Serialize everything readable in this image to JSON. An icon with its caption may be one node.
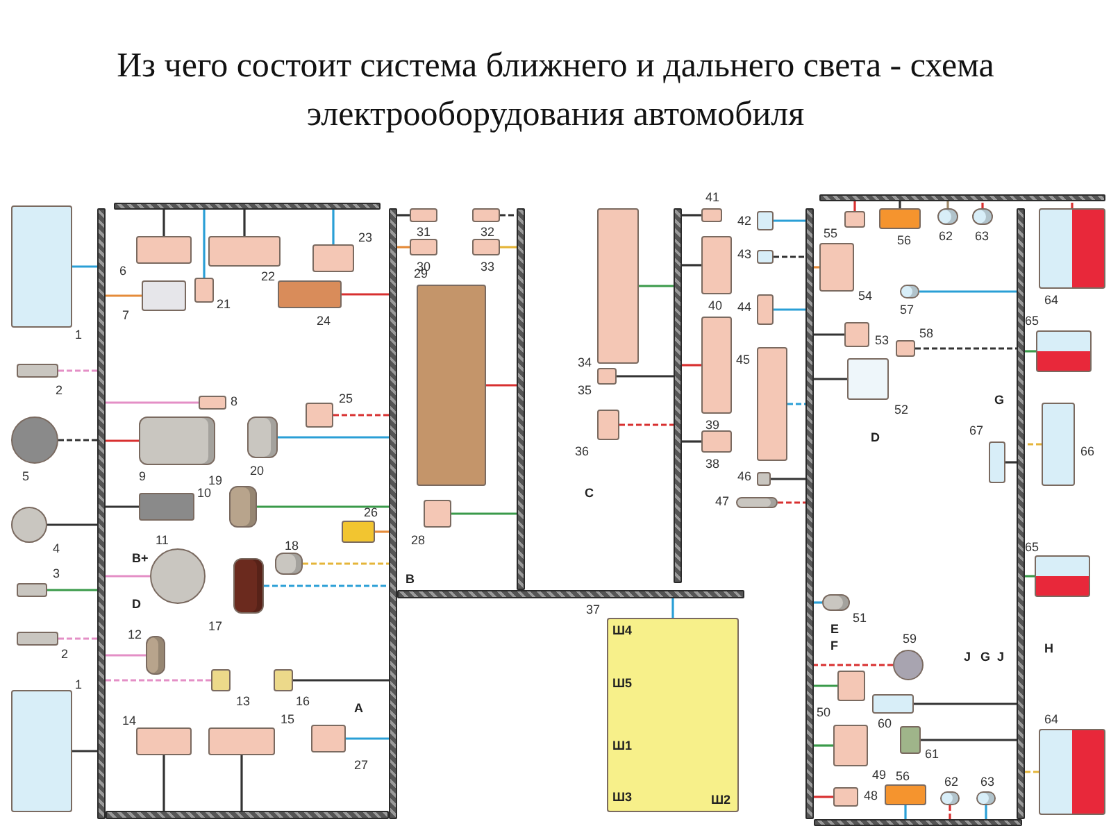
{
  "diagram": {
    "title": "Из чего состоит система ближнего и дальнего света - схема  электрооборудования автомобиля",
    "nodes": [
      {
        "text": [],
        "shape": "box",
        "beside": [
          "1"
        ]
      },
      {
        "text": [],
        "shape": "box",
        "beside": [
          "2"
        ]
      },
      {
        "text": [],
        "shape": "circle",
        "beside": [
          "5"
        ]
      },
      {
        "text": [],
        "shape": "circle",
        "beside": [
          "4"
        ]
      },
      {
        "text": [],
        "shape": "box",
        "beside": [
          "3"
        ]
      },
      {
        "text": [],
        "shape": "box",
        "beside": [
          "2"
        ]
      },
      {
        "text": [],
        "shape": "box",
        "beside": [
          "1"
        ]
      },
      {
        "text": [],
        "shape": "box",
        "beside": [
          "6"
        ]
      },
      {
        "text": [],
        "shape": "box",
        "beside": [
          "7"
        ]
      },
      {
        "text": [],
        "shape": "box",
        "beside": [
          "22"
        ]
      },
      {
        "text": [],
        "shape": "box",
        "beside": [
          "23"
        ]
      },
      {
        "text": [],
        "shape": "box",
        "beside": [
          "21"
        ]
      },
      {
        "text": [],
        "shape": "box",
        "beside": [
          "24"
        ]
      },
      {
        "text": [],
        "shape": "box",
        "beside": [
          "8"
        ]
      },
      {
        "text": [],
        "shape": "cylinder",
        "beside": [
          "9"
        ]
      },
      {
        "text": [],
        "shape": "box",
        "beside": [
          "10"
        ]
      },
      {
        "text": [],
        "shape": "cylinder",
        "beside": [
          "20"
        ]
      },
      {
        "text": [],
        "shape": "box",
        "beside": [
          "25"
        ]
      },
      {
        "text": [],
        "shape": "cylinder",
        "beside": [
          "19"
        ]
      },
      {
        "text": [],
        "shape": "circle",
        "beside": [
          "11"
        ]
      },
      {
        "text": [],
        "shape": "cylinder",
        "beside": [
          "17"
        ]
      },
      {
        "text": [],
        "shape": "cylinder",
        "beside": [
          "18"
        ]
      },
      {
        "text": [],
        "shape": "box",
        "beside": [
          "26"
        ]
      },
      {
        "text": [],
        "shape": "cylinder",
        "beside": [
          "12"
        ]
      },
      {
        "text": [],
        "shape": "box",
        "beside": [
          "13"
        ]
      },
      {
        "text": [],
        "shape": "box",
        "beside": [
          "16"
        ]
      },
      {
        "text": [],
        "shape": "box",
        "beside": [
          "14"
        ]
      },
      {
        "text": [],
        "shape": "box",
        "beside": [
          "15"
        ]
      },
      {
        "text": [],
        "shape": "box",
        "beside": [
          "27"
        ]
      },
      {
        "text": [],
        "shape": "box",
        "beside": [
          "29"
        ]
      },
      {
        "text": [],
        "shape": "box",
        "beside": [
          "31"
        ]
      },
      {
        "text": [],
        "shape": "box",
        "beside": [
          "32"
        ]
      },
      {
        "text": [],
        "shape": "box",
        "beside": [
          "30"
        ]
      },
      {
        "text": [],
        "shape": "box",
        "beside": [
          "33"
        ]
      },
      {
        "text": [],
        "shape": "box",
        "beside": [
          "28"
        ]
      },
      {
        "text": [],
        "shape": "box",
        "beside": [
          "34"
        ]
      },
      {
        "text": [],
        "shape": "box",
        "beside": [
          "35"
        ]
      },
      {
        "text": [],
        "shape": "box",
        "beside": [
          "36"
        ]
      },
      {
        "text": [],
        "shape": "box",
        "beside": [
          "37"
        ]
      },
      {
        "text": [],
        "shape": "box",
        "beside": [
          "40"
        ]
      },
      {
        "text": [],
        "shape": "box",
        "beside": [
          "41"
        ]
      },
      {
        "text": [],
        "shape": "box",
        "beside": [
          "39"
        ]
      },
      {
        "text": [],
        "shape": "box",
        "beside": [
          "38"
        ]
      },
      {
        "text": [],
        "shape": "box",
        "beside": [
          "42"
        ]
      },
      {
        "text": [],
        "shape": "box",
        "beside": [
          "43"
        ]
      },
      {
        "text": [],
        "shape": "box",
        "beside": [
          "44"
        ]
      },
      {
        "text": [],
        "shape": "box",
        "beside": [
          "45"
        ]
      },
      {
        "text": [],
        "shape": "box",
        "beside": [
          "46"
        ]
      },
      {
        "text": [],
        "shape": "cylinder",
        "beside": [
          "47"
        ]
      },
      {
        "text": [],
        "shape": "box",
        "beside": [
          "55"
        ]
      },
      {
        "text": [],
        "shape": "box",
        "beside": [
          "56"
        ]
      },
      {
        "text": [],
        "shape": "cylinder",
        "beside": [
          "62"
        ]
      },
      {
        "text": [],
        "shape": "cylinder",
        "beside": [
          "63"
        ]
      },
      {
        "text": [],
        "shape": "box",
        "beside": [
          "64"
        ]
      },
      {
        "text": [],
        "shape": "box",
        "beside": [
          "54"
        ]
      },
      {
        "text": [],
        "shape": "box",
        "beside": [
          "53"
        ]
      },
      {
        "text": [],
        "shape": "cylinder",
        "beside": [
          "57"
        ]
      },
      {
        "text": [],
        "shape": "box",
        "beside": [
          "58"
        ]
      },
      {
        "text": [],
        "shape": "box",
        "beside": [
          "52"
        ]
      },
      {
        "text": [],
        "shape": "box",
        "beside": [
          "65"
        ]
      },
      {
        "text": [],
        "shape": "box",
        "beside": [
          "66"
        ]
      },
      {
        "text": [],
        "shape": "box",
        "beside": [
          "67"
        ]
      },
      {
        "text": [],
        "shape": "cylinder",
        "beside": [
          "51"
        ]
      },
      {
        "text": [],
        "shape": "circle",
        "beside": [
          "59"
        ]
      },
      {
        "text": [],
        "shape": "box",
        "beside": [
          "50"
        ]
      },
      {
        "text": [],
        "shape": "box",
        "beside": [
          "60"
        ]
      },
      {
        "text": [],
        "shape": "box",
        "beside": [
          "61"
        ]
      },
      {
        "text": [],
        "shape": "box",
        "beside": [
          "49"
        ]
      },
      {
        "text": [],
        "shape": "box",
        "beside": [
          "48"
        ]
      },
      {
        "text": [],
        "shape": "box",
        "beside": [
          "56"
        ]
      },
      {
        "text": [],
        "shape": "cylinder",
        "beside": [
          "62"
        ]
      },
      {
        "text": [],
        "shape": "cylinder",
        "beside": [
          "63"
        ]
      },
      {
        "text": [],
        "shape": "box",
        "beside": [
          "64"
        ]
      },
      {
        "text": [],
        "shape": "box",
        "beside": [
          "65"
        ]
      },
      {
        "text": [],
        "shape": "bar"
      },
      {
        "text": [],
        "shape": "bar"
      },
      {
        "text": [],
        "shape": "bar"
      },
      {
        "text": [],
        "shape": "bar"
      },
      {
        "text": [],
        "shape": "bar"
      },
      {
        "text": [],
        "shape": "bar"
      },
      {
        "text": [],
        "shape": "bar"
      },
      {
        "text": [],
        "shape": "bar"
      },
      {
        "text": [],
        "shape": "bar"
      },
      {
        "text": [],
        "shape": "bar"
      },
      {
        "text": [],
        "shape": "bar"
      }
    ],
    "edges": [
      {
        "from": 0,
        "to": 74,
        "arrow": "none",
        "color": "#2a9fd6"
      },
      {
        "from": 1,
        "to": 74,
        "arrow": "none",
        "style": "dashed",
        "color": "#e48fc6"
      },
      {
        "from": 2,
        "to": 74,
        "arrow": "none",
        "style": "dashed"
      },
      {
        "from": 3,
        "to": 74,
        "arrow": "none"
      },
      {
        "from": 4,
        "to": 74,
        "arrow": "none",
        "color": "#3a9a4a"
      },
      {
        "from": 5,
        "to": 74,
        "arrow": "none",
        "style": "dashed",
        "color": "#e48fc6"
      },
      {
        "from": 6,
        "to": 74,
        "arrow": "none"
      },
      {
        "from": 7,
        "to": 80,
        "arrow": "none"
      },
      {
        "from": 8,
        "to": 74,
        "arrow": "none",
        "color": "#e58b3a"
      },
      {
        "from": 9,
        "to": 80,
        "arrow": "none"
      },
      {
        "from": 10,
        "to": 80,
        "arrow": "none",
        "color": "#2a9fd6"
      },
      {
        "from": 11,
        "to": 80,
        "arrow": "none",
        "color": "#2a9fd6"
      },
      {
        "from": 12,
        "to": 76,
        "arrow": "none",
        "color": "#d83030"
      },
      {
        "from": 13,
        "to": 74,
        "arrow": "none",
        "color": "#e48fc6"
      },
      {
        "from": 14,
        "to": 74,
        "arrow": "none",
        "color": "#d83030"
      },
      {
        "from": 15,
        "to": 74,
        "arrow": "none"
      },
      {
        "from": 16,
        "to": 76,
        "arrow": "none",
        "color": "#2a9fd6"
      },
      {
        "from": 17,
        "to": 76,
        "arrow": "none",
        "style": "dashed",
        "color": "#d83030"
      },
      {
        "from": 18,
        "to": 76,
        "arrow": "none",
        "color": "#3a9a4a"
      },
      {
        "from": 19,
        "to": 74,
        "arrow": "none",
        "color": "#e48fc6"
      },
      {
        "from": 20,
        "to": 76,
        "arrow": "none",
        "style": "dashed",
        "color": "#2a9fd6"
      },
      {
        "from": 21,
        "to": 76,
        "arrow": "none",
        "style": "dashed",
        "color": "#e5b53a"
      },
      {
        "from": 22,
        "to": 76,
        "arrow": "none",
        "color": "#e58b3a"
      },
      {
        "from": 23,
        "to": 74,
        "arrow": "none",
        "color": "#e48fc6"
      },
      {
        "from": 24,
        "to": 74,
        "arrow": "none",
        "style": "dashed",
        "color": "#e48fc6"
      },
      {
        "from": 25,
        "to": 76,
        "arrow": "none"
      },
      {
        "from": 26,
        "to": 75,
        "arrow": "none"
      },
      {
        "from": 27,
        "to": 75,
        "arrow": "none"
      },
      {
        "from": 28,
        "to": 76,
        "arrow": "none",
        "color": "#2a9fd6"
      },
      {
        "from": 29,
        "to": 84,
        "arrow": "none",
        "color": "#d83030"
      },
      {
        "from": 30,
        "to": 76,
        "arrow": "none"
      },
      {
        "from": 31,
        "to": 84,
        "arrow": "none",
        "style": "dashed"
      },
      {
        "from": 32,
        "to": 76,
        "arrow": "none",
        "color": "#e58b3a"
      },
      {
        "from": 33,
        "to": 84,
        "arrow": "none",
        "color": "#e5b53a"
      },
      {
        "from": 34,
        "to": 84,
        "arrow": "none",
        "color": "#3a9a4a"
      },
      {
        "from": 35,
        "to": 81,
        "arrow": "none",
        "color": "#3a9a4a"
      },
      {
        "from": 36,
        "to": 81,
        "arrow": "none"
      },
      {
        "from": 37,
        "to": 81,
        "arrow": "none",
        "style": "dashed",
        "color": "#d83030"
      },
      {
        "from": 38,
        "to": 77,
        "arrow": "none",
        "color": "#2a9fd6"
      },
      {
        "from": 39,
        "to": 81,
        "arrow": "none"
      },
      {
        "from": 40,
        "to": 81,
        "arrow": "none"
      },
      {
        "from": 41,
        "to": 81,
        "arrow": "none",
        "color": "#d83030"
      },
      {
        "from": 42,
        "to": 81,
        "arrow": "none"
      },
      {
        "from": 43,
        "to": 78,
        "arrow": "none",
        "color": "#2a9fd6"
      },
      {
        "from": 44,
        "to": 78,
        "arrow": "none",
        "style": "dashed"
      },
      {
        "from": 45,
        "to": 78,
        "arrow": "none",
        "color": "#2a9fd6"
      },
      {
        "from": 46,
        "to": 78,
        "arrow": "none",
        "style": "dashed",
        "color": "#2a9fd6"
      },
      {
        "from": 47,
        "to": 78,
        "arrow": "none"
      },
      {
        "from": 48,
        "to": 78,
        "arrow": "none",
        "style": "dashed",
        "color": "#d83030"
      },
      {
        "from": 49,
        "to": 82,
        "arrow": "none",
        "color": "#d83030"
      },
      {
        "from": 50,
        "to": 82,
        "arrow": "none"
      },
      {
        "from": 51,
        "to": 82,
        "arrow": "none",
        "color": "#a08a6a"
      },
      {
        "from": 52,
        "to": 82,
        "arrow": "none",
        "style": "dashed",
        "color": "#d83030"
      },
      {
        "from": 53,
        "to": 82,
        "arrow": "none",
        "style": "dashed",
        "color": "#d83030"
      },
      {
        "from": 54,
        "to": 78,
        "arrow": "none",
        "color": "#e58b3a"
      },
      {
        "from": 55,
        "to": 78,
        "arrow": "none"
      },
      {
        "from": 56,
        "to": 79,
        "arrow": "none",
        "color": "#2a9fd6"
      },
      {
        "from": 57,
        "to": 79,
        "arrow": "none",
        "style": "dashed"
      },
      {
        "from": 58,
        "to": 78,
        "arrow": "none"
      },
      {
        "from": 59,
        "to": 79,
        "arrow": "none",
        "color": "#3a9a4a"
      },
      {
        "from": 60,
        "to": 79,
        "arrow": "none",
        "style": "dashed",
        "color": "#e5b53a"
      },
      {
        "from": 61,
        "to": 79,
        "arrow": "none"
      },
      {
        "from": 62,
        "to": 78,
        "arrow": "none",
        "color": "#2a9fd6"
      },
      {
        "from": 63,
        "to": 78,
        "arrow": "none",
        "style": "dashed",
        "color": "#d83030"
      },
      {
        "from": 64,
        "to": 78,
        "arrow": "none",
        "color": "#3a9a4a"
      },
      {
        "from": 65,
        "to": 79,
        "arrow": "none"
      },
      {
        "from": 66,
        "to": 79,
        "arrow": "none"
      },
      {
        "from": 67,
        "to": 78,
        "arrow": "none",
        "color": "#3a9a4a"
      },
      {
        "from": 68,
        "to": 78,
        "arrow": "none",
        "color": "#d83030"
      },
      {
        "from": 69,
        "to": 83,
        "arrow": "none",
        "color": "#2a9fd6"
      },
      {
        "from": 70,
        "to": 83,
        "arrow": "none",
        "style": "dashed",
        "color": "#d83030"
      },
      {
        "from": 71,
        "to": 83,
        "arrow": "none",
        "color": "#2a9fd6"
      },
      {
        "from": 72,
        "to": 79,
        "arrow": "none",
        "style": "dashed",
        "color": "#e5b53a"
      },
      {
        "from": 73,
        "to": 79,
        "arrow": "none",
        "color": "#3a9a4a"
      }
    ],
    "labels": [
      "B+",
      "D",
      "A",
      "B",
      "C",
      "Ш4",
      "Ш5",
      "Ш1",
      "Ш3",
      "Ш2",
      "D",
      "G",
      "E",
      "F",
      "H",
      "J",
      "G",
      "J"
    ]
  }
}
